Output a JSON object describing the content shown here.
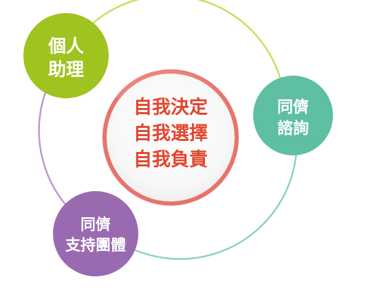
{
  "center": {
    "lines": [
      "自我決定",
      "自我選擇",
      "自我負責"
    ],
    "text_color": "#e2452f",
    "ring_color": "#e8736a"
  },
  "nodes": {
    "personal_assistant": {
      "lines": [
        "個人",
        "助理"
      ],
      "color": "#9fc31f"
    },
    "peer_consultation": {
      "lines": [
        "同儕",
        "諮詢"
      ],
      "color": "#5fbfa3"
    },
    "peer_support_group": {
      "lines": [
        "同儕",
        "支持團體"
      ],
      "color": "#9a6ab1"
    }
  },
  "outer_ring": {
    "arc_colors": [
      "#c7df5a",
      "#8fd1c0",
      "#b899cc"
    ]
  }
}
